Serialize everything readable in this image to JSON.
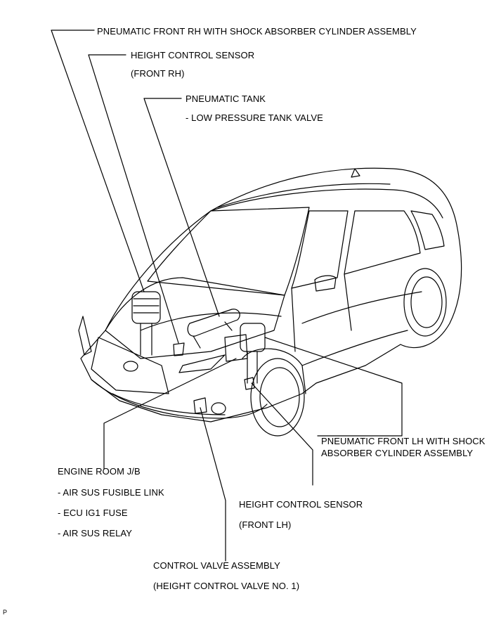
{
  "labels": {
    "front_rh_cylinder": "PNEUMATIC FRONT RH WITH SHOCK ABSORBER CYLINDER ASSEMBLY",
    "height_sensor_rh_title": "HEIGHT CONTROL SENSOR",
    "height_sensor_rh_sub": "(FRONT RH)",
    "pneumatic_tank_title": "PNEUMATIC TANK",
    "pneumatic_tank_sub": "- LOW PRESSURE TANK VALVE",
    "front_lh_cylinder_line1": "PNEUMATIC FRONT LH WITH SHOCK",
    "front_lh_cylinder_line2": "ABSORBER CYLINDER ASSEMBLY",
    "engine_room_jb_title": "ENGINE ROOM J/B",
    "engine_room_jb_item1": "- AIR SUS FUSIBLE LINK",
    "engine_room_jb_item2": "- ECU IG1 FUSE",
    "engine_room_jb_item3": "- AIR SUS RELAY",
    "height_sensor_lh_title": "HEIGHT CONTROL SENSOR",
    "height_sensor_lh_sub": "(FRONT LH)",
    "control_valve_title": "CONTROL VALVE ASSEMBLY",
    "control_valve_sub": "(HEIGHT CONTROL VALVE NO. 1)",
    "corner_mark": "P"
  }
}
